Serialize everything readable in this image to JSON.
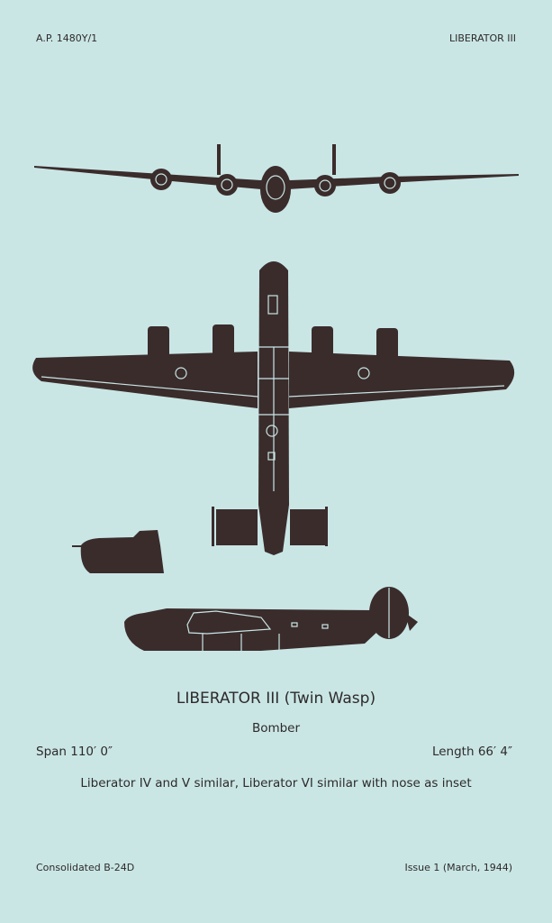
{
  "header": {
    "ref": "A.P. 1480Y/1",
    "name": "LIBERATOR III"
  },
  "caption": {
    "title": "LIBERATOR III (Twin Wasp)",
    "role": "Bomber",
    "span": "Span 110′ 0″",
    "length": "Length 66′ 4″",
    "note": "Liberator IV and V similar, Liberator VI similar with nose as inset"
  },
  "footer": {
    "maker": "Consolidated B-24D",
    "issue": "Issue 1 (March, 1944)"
  },
  "colors": {
    "paper": "#c9e6e5",
    "ink": "#3b2c2c"
  }
}
